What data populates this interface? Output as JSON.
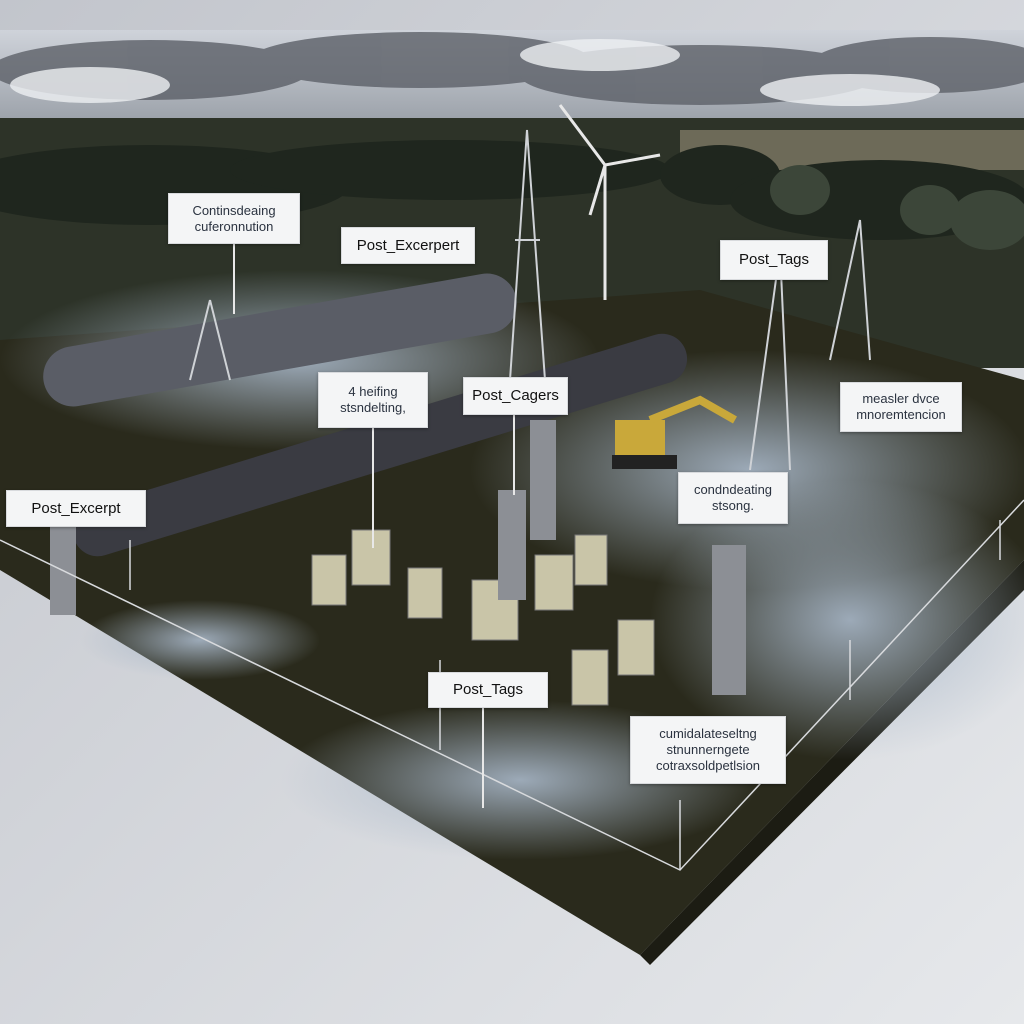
{
  "labels": [
    {
      "id": "l1",
      "text": "Continsdeaing cuferonnution"
    },
    {
      "id": "l2",
      "text": "Post_Excerpert"
    },
    {
      "id": "l3",
      "text": "Post_Tags"
    },
    {
      "id": "l4",
      "text": "4 heifing stsndelting,"
    },
    {
      "id": "l5",
      "text": "Post_Cagers"
    },
    {
      "id": "l6",
      "text": "measler dvce mnoremtencion"
    },
    {
      "id": "l7",
      "text": "condndeating stsong."
    },
    {
      "id": "l8",
      "text": "Post_Excerpt"
    },
    {
      "id": "l9",
      "text": "Post_Tags"
    },
    {
      "id": "l10",
      "text": "cumidalateseltng stnunnerngete cotraxsoldpetlsion"
    }
  ],
  "colors": {
    "sky": "#d9dde3",
    "ground": "#2a2a1c",
    "frost": "#8a9bb0",
    "field": "#2d3328",
    "pipe": "#5a5d66"
  }
}
